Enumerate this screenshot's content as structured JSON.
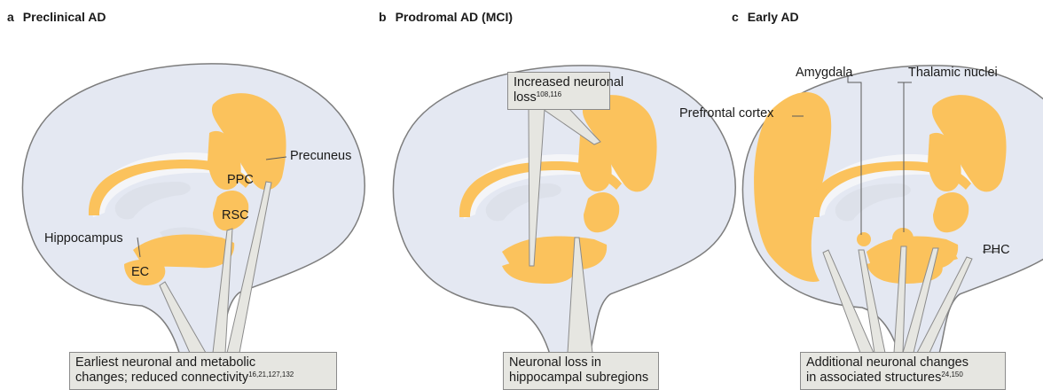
{
  "panels": [
    {
      "letter": "a",
      "title": "Preclinical AD"
    },
    {
      "letter": "b",
      "title": "Prodromal AD (MCI)"
    },
    {
      "letter": "c",
      "title": "Early AD"
    }
  ],
  "panel_a": {
    "labels": {
      "precuneus": "Precuneus",
      "ppc": "PPC",
      "rsc": "RSC",
      "hippocampus": "Hippocampus",
      "ec": "EC"
    },
    "callout": {
      "line1": "Earliest neuronal and metabolic",
      "line2": "changes; reduced connectivity",
      "refs": "16,21,127,132"
    }
  },
  "panel_b": {
    "callout_top": {
      "line1": "Increased neuronal",
      "line2": "loss",
      "refs": "108,116"
    },
    "callout_bottom": {
      "line1": "Neuronal loss in",
      "line2": "hippocampal subregions"
    }
  },
  "panel_c": {
    "labels": {
      "amygdala": "Amygdala",
      "thalamic": "Thalamic nuclei",
      "prefrontal": "Prefrontal cortex",
      "phc": "PHC"
    },
    "callout": {
      "line1": "Additional neuronal changes",
      "line2": "in associated structures",
      "refs": "24,150"
    }
  },
  "colors": {
    "brain_fill": "#e4e8f2",
    "brain_stroke": "#7d7d7d",
    "region": "#fbc25c",
    "inner_white": "#f4f5f8",
    "callout_fill": "#e6e6e1",
    "callout_stroke": "#8b8b8b"
  }
}
